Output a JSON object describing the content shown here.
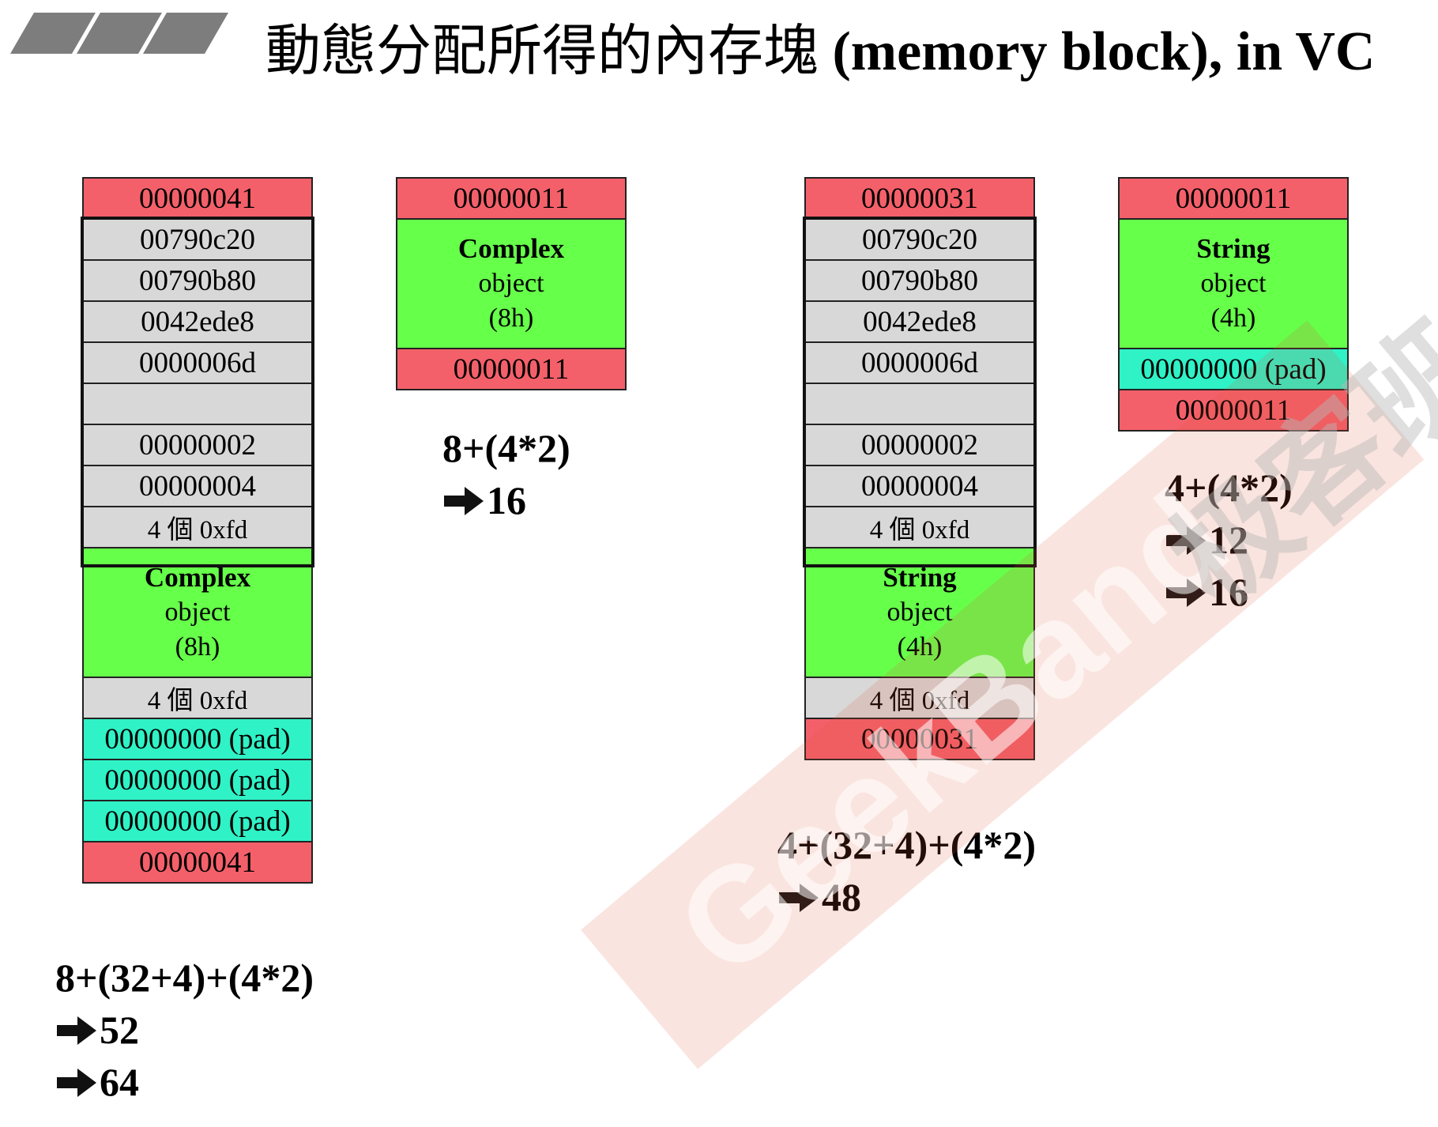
{
  "title": {
    "cjk": "動態分配所得的內存塊",
    "en": "(memory block), in VC"
  },
  "blocks": {
    "complex_debug": {
      "cookie_top": "00000041",
      "debug_header": [
        "00790c20",
        "00790b80",
        "0042ede8",
        "0000006d",
        "",
        "00000002",
        "00000004"
      ],
      "guard_before": "4 個 0xfd",
      "object": {
        "name": "Complex",
        "kind": "object",
        "size": "(8h)"
      },
      "guard_after": "4 個 0xfd",
      "pads": [
        "00000000 (pad)",
        "00000000 (pad)",
        "00000000 (pad)"
      ],
      "cookie_bottom": "00000041"
    },
    "complex_release": {
      "cookie_top": "00000011",
      "object": {
        "name": "Complex",
        "kind": "object",
        "size": "(8h)"
      },
      "cookie_bottom": "00000011"
    },
    "string_debug": {
      "cookie_top": "00000031",
      "debug_header": [
        "00790c20",
        "00790b80",
        "0042ede8",
        "0000006d",
        "",
        "00000002",
        "00000004"
      ],
      "guard_before": "4 個 0xfd",
      "object": {
        "name": "String",
        "kind": "object",
        "size": "(4h)"
      },
      "guard_after": "4 個 0xfd",
      "cookie_bottom": "00000031"
    },
    "string_release": {
      "cookie_top": "00000011",
      "object": {
        "name": "String",
        "kind": "object",
        "size": "(4h)"
      },
      "pads": [
        "00000000 (pad)"
      ],
      "cookie_bottom": "00000011"
    }
  },
  "formulas": {
    "complex_debug": {
      "expr": "8+(32+4)+(4*2)",
      "results": [
        "52",
        "64"
      ]
    },
    "complex_release": {
      "expr": "8+(4*2)",
      "results": [
        "16"
      ]
    },
    "string_debug": {
      "expr": "4+(32+4)+(4*2)",
      "results": [
        "48"
      ]
    },
    "string_release": {
      "expr": "4+(4*2)",
      "results": [
        "12",
        "16"
      ]
    }
  },
  "colors": {
    "cookie": "#f4606a",
    "debug_header": "#d8d8d8",
    "object": "#66ff4a",
    "pad": "#2ff2c6",
    "title_bars": "#7d7d7d"
  },
  "watermark": {
    "text": "GeekBand",
    "text2": "极客班"
  }
}
